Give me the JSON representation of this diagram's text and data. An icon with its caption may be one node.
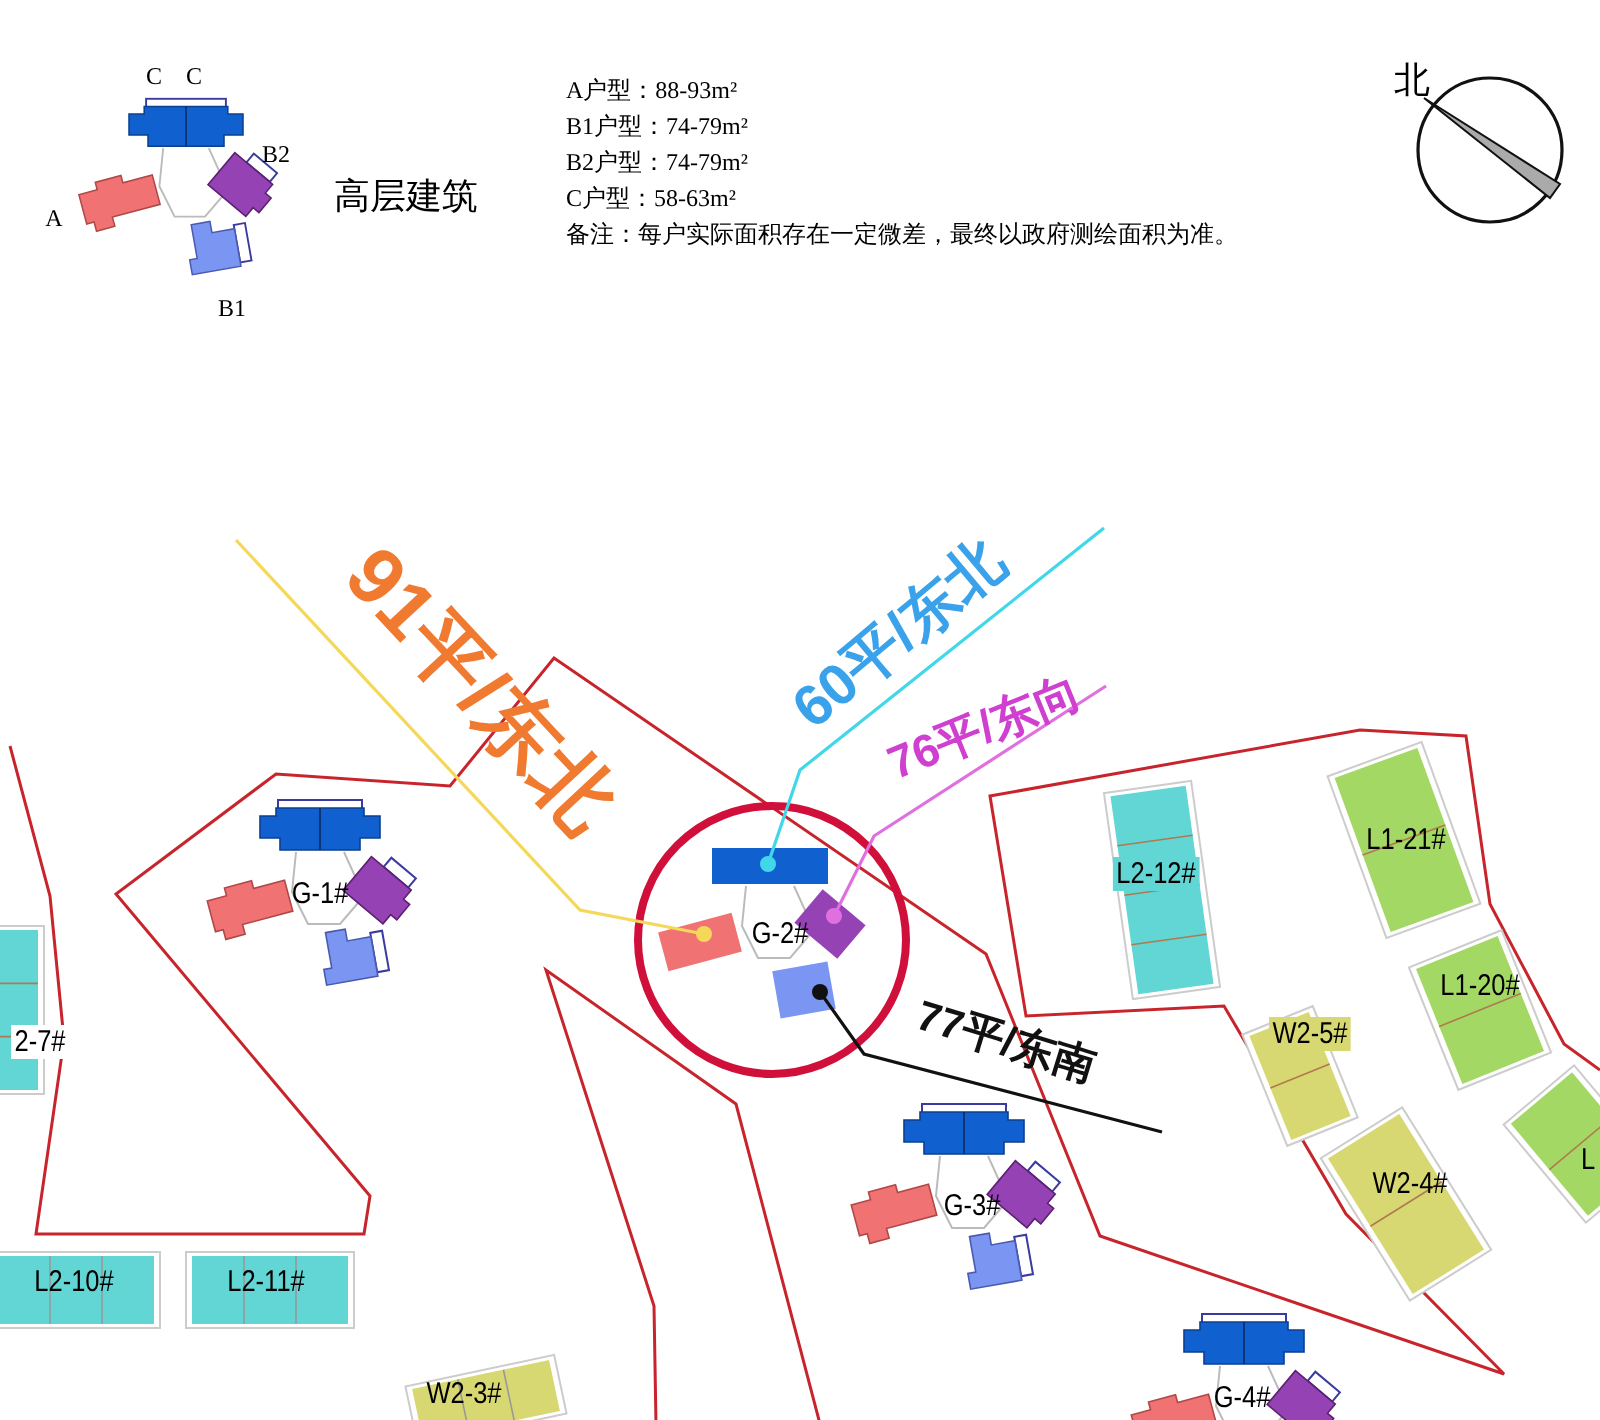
{
  "diagram": {
    "nodes": [
      {
        "text": [
          "91平/东北"
        ]
      },
      {
        "text": [
          "60平/东北"
        ]
      },
      {
        "text": [
          "76平/东向"
        ]
      },
      {
        "text": [
          "77平/东南"
        ]
      },
      {
        "text": [],
        "shape": "box"
      },
      {
        "text": [],
        "shape": "box"
      },
      {
        "text": [],
        "shape": "box"
      },
      {
        "text": [],
        "shape": "box"
      }
    ],
    "edges": [
      {
        "from": 0,
        "to": 4,
        "arrow": "other",
        "color": "#f5d85a"
      },
      {
        "from": 1,
        "to": 5,
        "arrow": "other",
        "color": "#40d8e8"
      },
      {
        "from": 2,
        "to": 6,
        "arrow": "other",
        "color": "#e070e0"
      },
      {
        "from": 3,
        "to": 7,
        "arrow": "other",
        "color": "#111111"
      }
    ],
    "labels": [
      "C",
      "C",
      "B2",
      "A",
      "B1",
      "高层建筑",
      "A户型：88-93m²",
      "B1户型：74-79m²",
      "B2户型：74-79m²",
      "C户型：58-63m²",
      "备注：每户实际面积存在一定微差，最终以政府测绘面积为准。",
      "北",
      "L1-21#",
      "L2-12#",
      "G-1#",
      "G-2#",
      "L1-20#",
      "2-7#",
      "W2-5#",
      "W2-4#",
      "L",
      "G-3#",
      "L2-10#",
      "L2-11#",
      "W2-3#",
      "G-4#"
    ]
  }
}
